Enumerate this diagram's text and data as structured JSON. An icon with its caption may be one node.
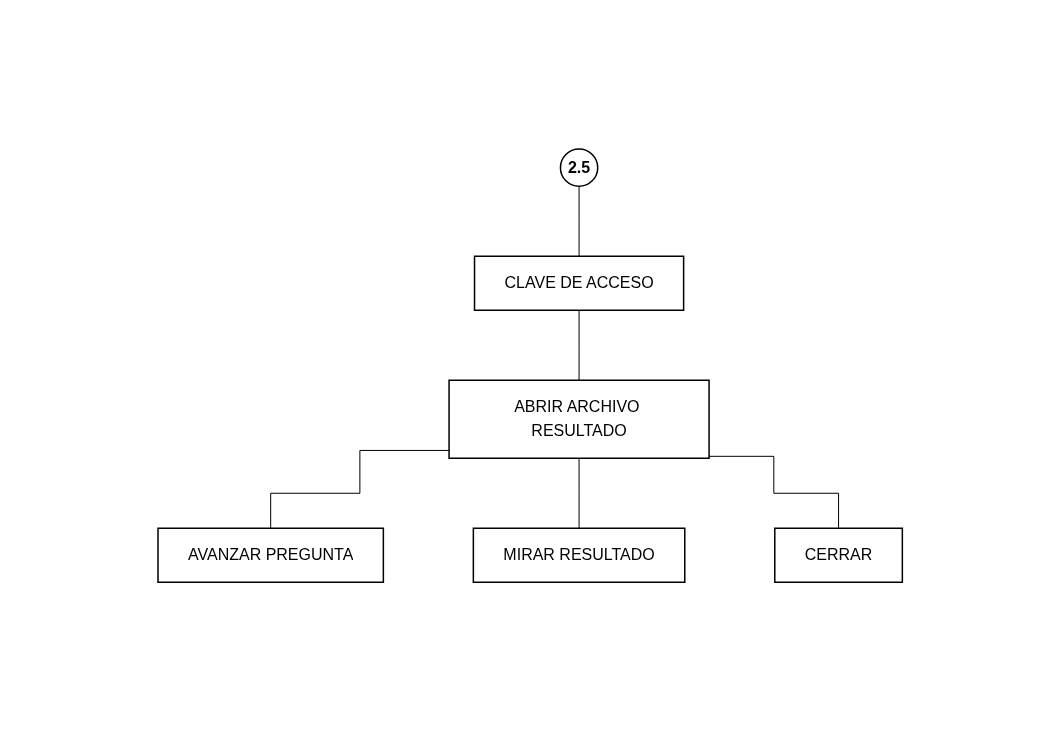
{
  "diagram": {
    "nodes": [
      {
        "text": [
          "2.5"
        ]
      },
      {
        "text": [
          "CLAVE DE ACCESO"
        ]
      },
      {
        "text": [
          "ABRIR ARCHIVO RESULTADO"
        ]
      },
      {
        "text": [
          "AVANZAR PREGUNTA"
        ]
      },
      {
        "text": [
          "MIRAR RESULTADO"
        ]
      },
      {
        "text": [
          "CERRAR"
        ]
      }
    ],
    "edges": [
      {
        "from": 0,
        "to": 1,
        "arrow": "none"
      },
      {
        "from": 1,
        "to": 2,
        "arrow": "none"
      },
      {
        "from": 2,
        "to": 3,
        "arrow": "none"
      },
      {
        "from": 2,
        "to": 4,
        "arrow": "none"
      },
      {
        "from": 2,
        "to": 5,
        "arrow": "none"
      }
    ]
  }
}
